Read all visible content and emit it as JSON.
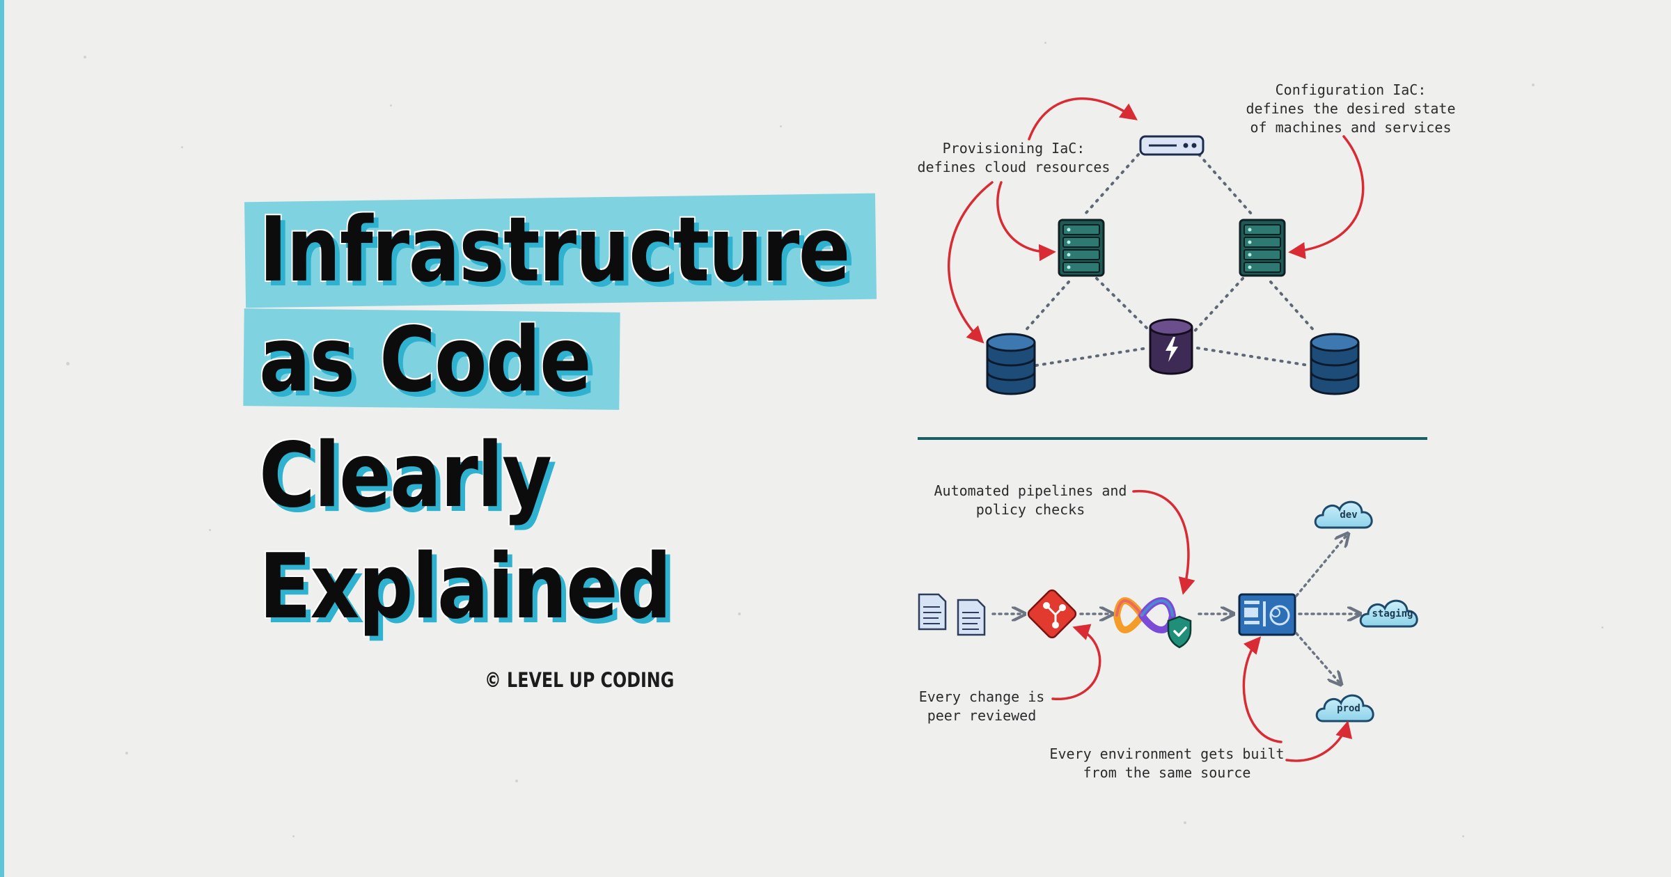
{
  "title": {
    "line1": "Infrastructure",
    "line2": "as Code",
    "line3": "Clearly",
    "line4": "Explained"
  },
  "brand": "© LEVEL UP CODING",
  "colors": {
    "background": "#efefee",
    "highlight": "#7fd3e1",
    "title_shadow": "#2fb2cf",
    "arrow_red": "#d92b33",
    "divider": "#1a5f63",
    "server_green": "#1f5a55",
    "database_blue": "#1d4c78",
    "cache_purple": "#3d2a55"
  },
  "top_diagram": {
    "notes": {
      "provisioning_l1": "Provisioning IaC:",
      "provisioning_l2": "defines cloud resources",
      "configuration_l1": "Configuration IaC:",
      "configuration_l2": "defines the desired state",
      "configuration_l3": "of machines and services"
    },
    "icons": [
      "load-balancer-icon",
      "server-rack-icon",
      "database-icon",
      "cache-lightning-icon"
    ]
  },
  "bottom_diagram": {
    "notes": {
      "pipelines_l1": "Automated pipelines and",
      "pipelines_l2": "policy checks",
      "review_l1": "Every change is",
      "review_l2": "peer reviewed",
      "env_l1": "Every environment gets built",
      "env_l2": "from the same source"
    },
    "environments": {
      "dev": "dev",
      "staging": "staging",
      "prod": "prod"
    },
    "icons": [
      "code-files-icon",
      "git-icon",
      "ci-cd-infinity-icon",
      "shield-check-icon",
      "dashboard-icon",
      "cloud-icon"
    ]
  }
}
